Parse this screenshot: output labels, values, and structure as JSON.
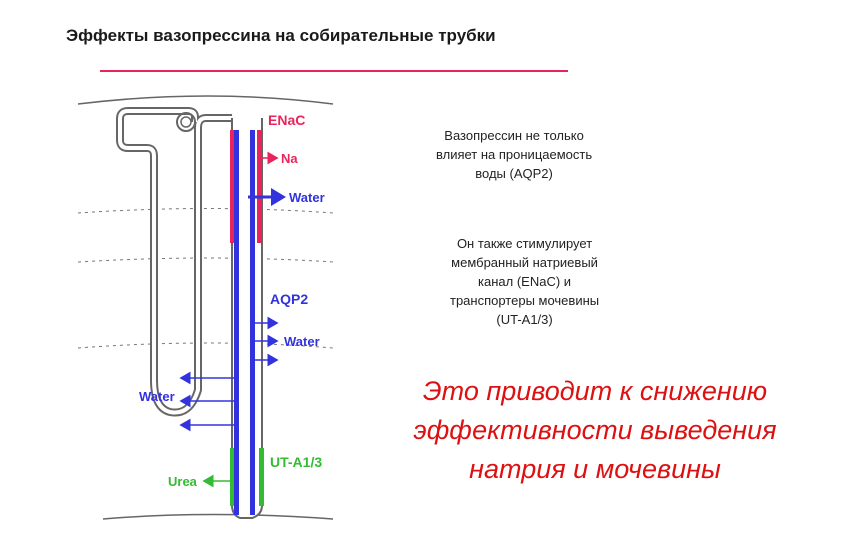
{
  "title": "Эффекты вазопрессина на собирательные трубки",
  "colors": {
    "accent_line": "#e8245a",
    "enac": "#e8245a",
    "aqp2": "#3333dd",
    "urea": "#33bb33",
    "outline": "#666666",
    "conclusion_text": "#dd1111"
  },
  "diagram": {
    "enac_label": "ENaC",
    "na_label": "Na",
    "water_label_top": "Water",
    "aqp2_label": "AQP2",
    "water_label_mid": "Water",
    "water_label_left": "Water",
    "ut_label": "UT-A1/3",
    "urea_label": "Urea"
  },
  "note1": {
    "lines": [
      "Вазопрессин не только",
      "влияет на проницаемость",
      "воды (AQP2)"
    ]
  },
  "note2": {
    "lines": [
      "Он также стимулирует",
      "мембранный натриевый",
      "канал (ENaC) и",
      "транспортеры мочевины",
      "(UT-A1/3)"
    ]
  },
  "conclusion": {
    "lines": [
      "Это приводит к снижению",
      "эффективности выведения",
      "натрия и мочевины"
    ]
  }
}
